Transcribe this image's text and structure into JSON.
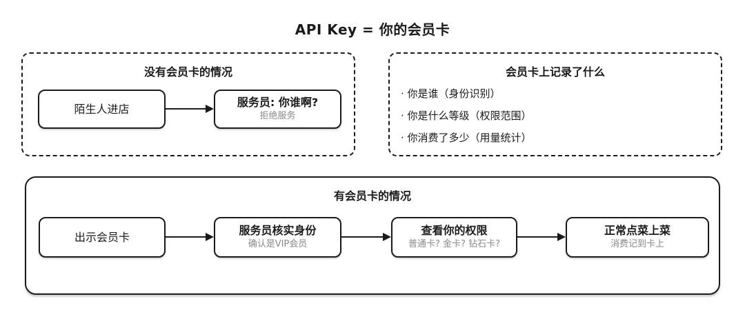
{
  "title": "API Key = 你的会员卡",
  "no_card_section": {
    "title": "没有会员卡的情况",
    "steps": [
      {
        "label": "陌生人进店",
        "sublabel": ""
      },
      {
        "label": "服务员: 你谁啊?",
        "sublabel": "拒绝服务"
      }
    ]
  },
  "card_records_section": {
    "title": "会员卡上记录了什么",
    "items": [
      "· 你是谁（身份识别）",
      "· 你是什么等级（权限范围）",
      "· 你消费了多少（用量统计）"
    ]
  },
  "with_card_section": {
    "title": "有会员卡的情况",
    "steps": [
      {
        "label": "出示会员卡",
        "sublabel": ""
      },
      {
        "label": "服务员核实身份",
        "sublabel": "确认是VIP会员"
      },
      {
        "label": "查看你的权限",
        "sublabel": "普通卡? 金卡? 钻石卡?"
      },
      {
        "label": "正常点菜上菜",
        "sublabel": "消费记到卡上"
      }
    ]
  },
  "colors": {
    "ink": "#1a1a1a",
    "subtext": "#8a8a8a",
    "bg": "#ffffff"
  }
}
